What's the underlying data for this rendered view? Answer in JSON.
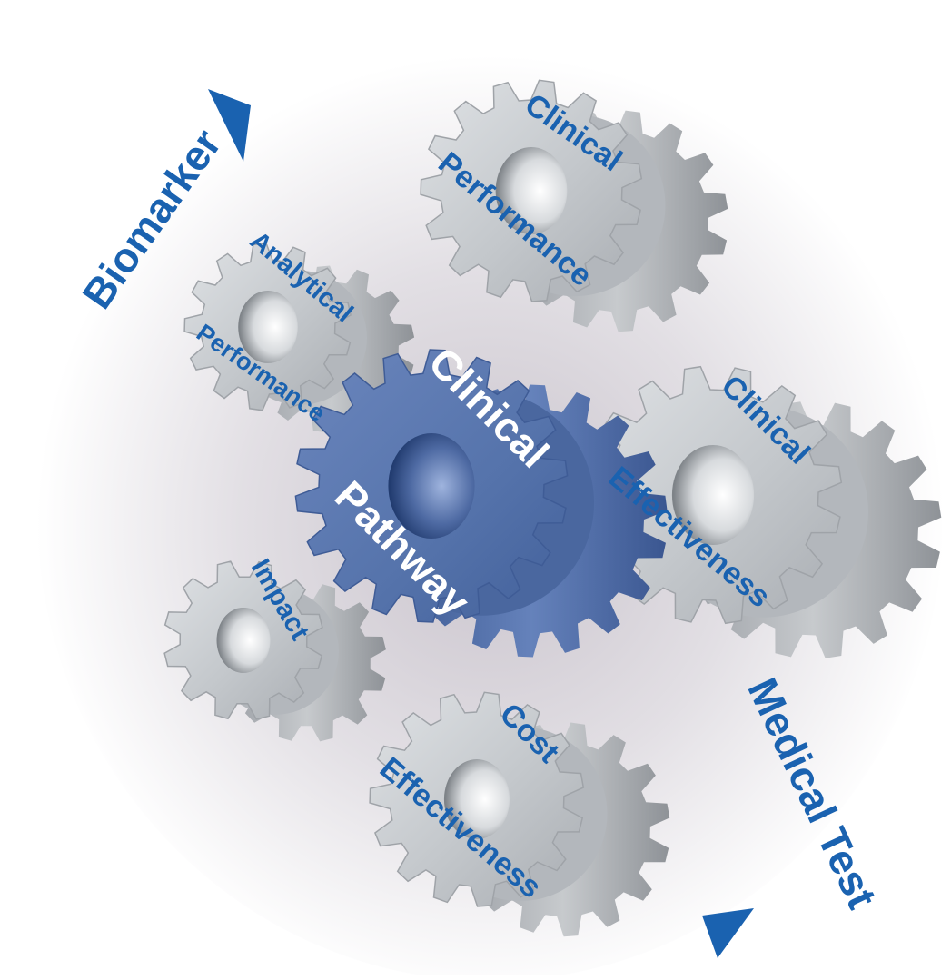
{
  "colors": {
    "accent_blue": "#1a62b0",
    "center_gear_blue": "#5574ac",
    "gear_grey": "#c4c8cc",
    "label_white": "#ffffff"
  },
  "flow": {
    "start_label": "Biomarker",
    "end_label": "Medical Test",
    "arrow_icon": "triangle-arrow-icon"
  },
  "center_gear": {
    "line1": "Clinical",
    "line2": "Pathway"
  },
  "gears": {
    "clinical_performance": {
      "line1": "Clinical",
      "line2": "Performance"
    },
    "analytical_performance": {
      "line1": "Analytical",
      "line2": "Performance"
    },
    "clinical_effectiveness": {
      "line1": "Clinical",
      "line2": "Effectiveness"
    },
    "impact": {
      "line1": "Impact"
    },
    "cost_effectiveness": {
      "line1": "Cost",
      "line2": "Effectiveness"
    }
  }
}
